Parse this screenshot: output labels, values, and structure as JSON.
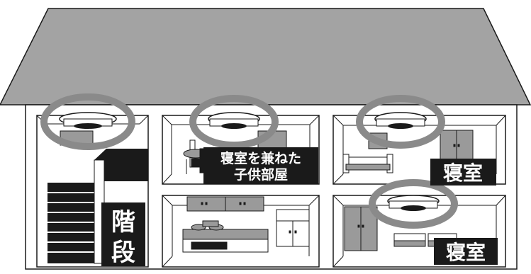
{
  "labels": {
    "stairs_line1": "階",
    "stairs_line2": "段",
    "kids_room_line1": "寝室を兼ねた",
    "kids_room_line2": "子供部屋",
    "bedroom_upper": "寝室",
    "bedroom_lower": "寝室"
  },
  "colors": {
    "roof": "#a3a3a3",
    "wall": "#ffffff",
    "outline": "#1a1a1a",
    "detector_ring": "#8a8a8a",
    "label_bg": "#1a1a1a",
    "furniture_gray": "#9a9a9a"
  },
  "icons": {
    "detector": "smoke-detector-icon"
  }
}
